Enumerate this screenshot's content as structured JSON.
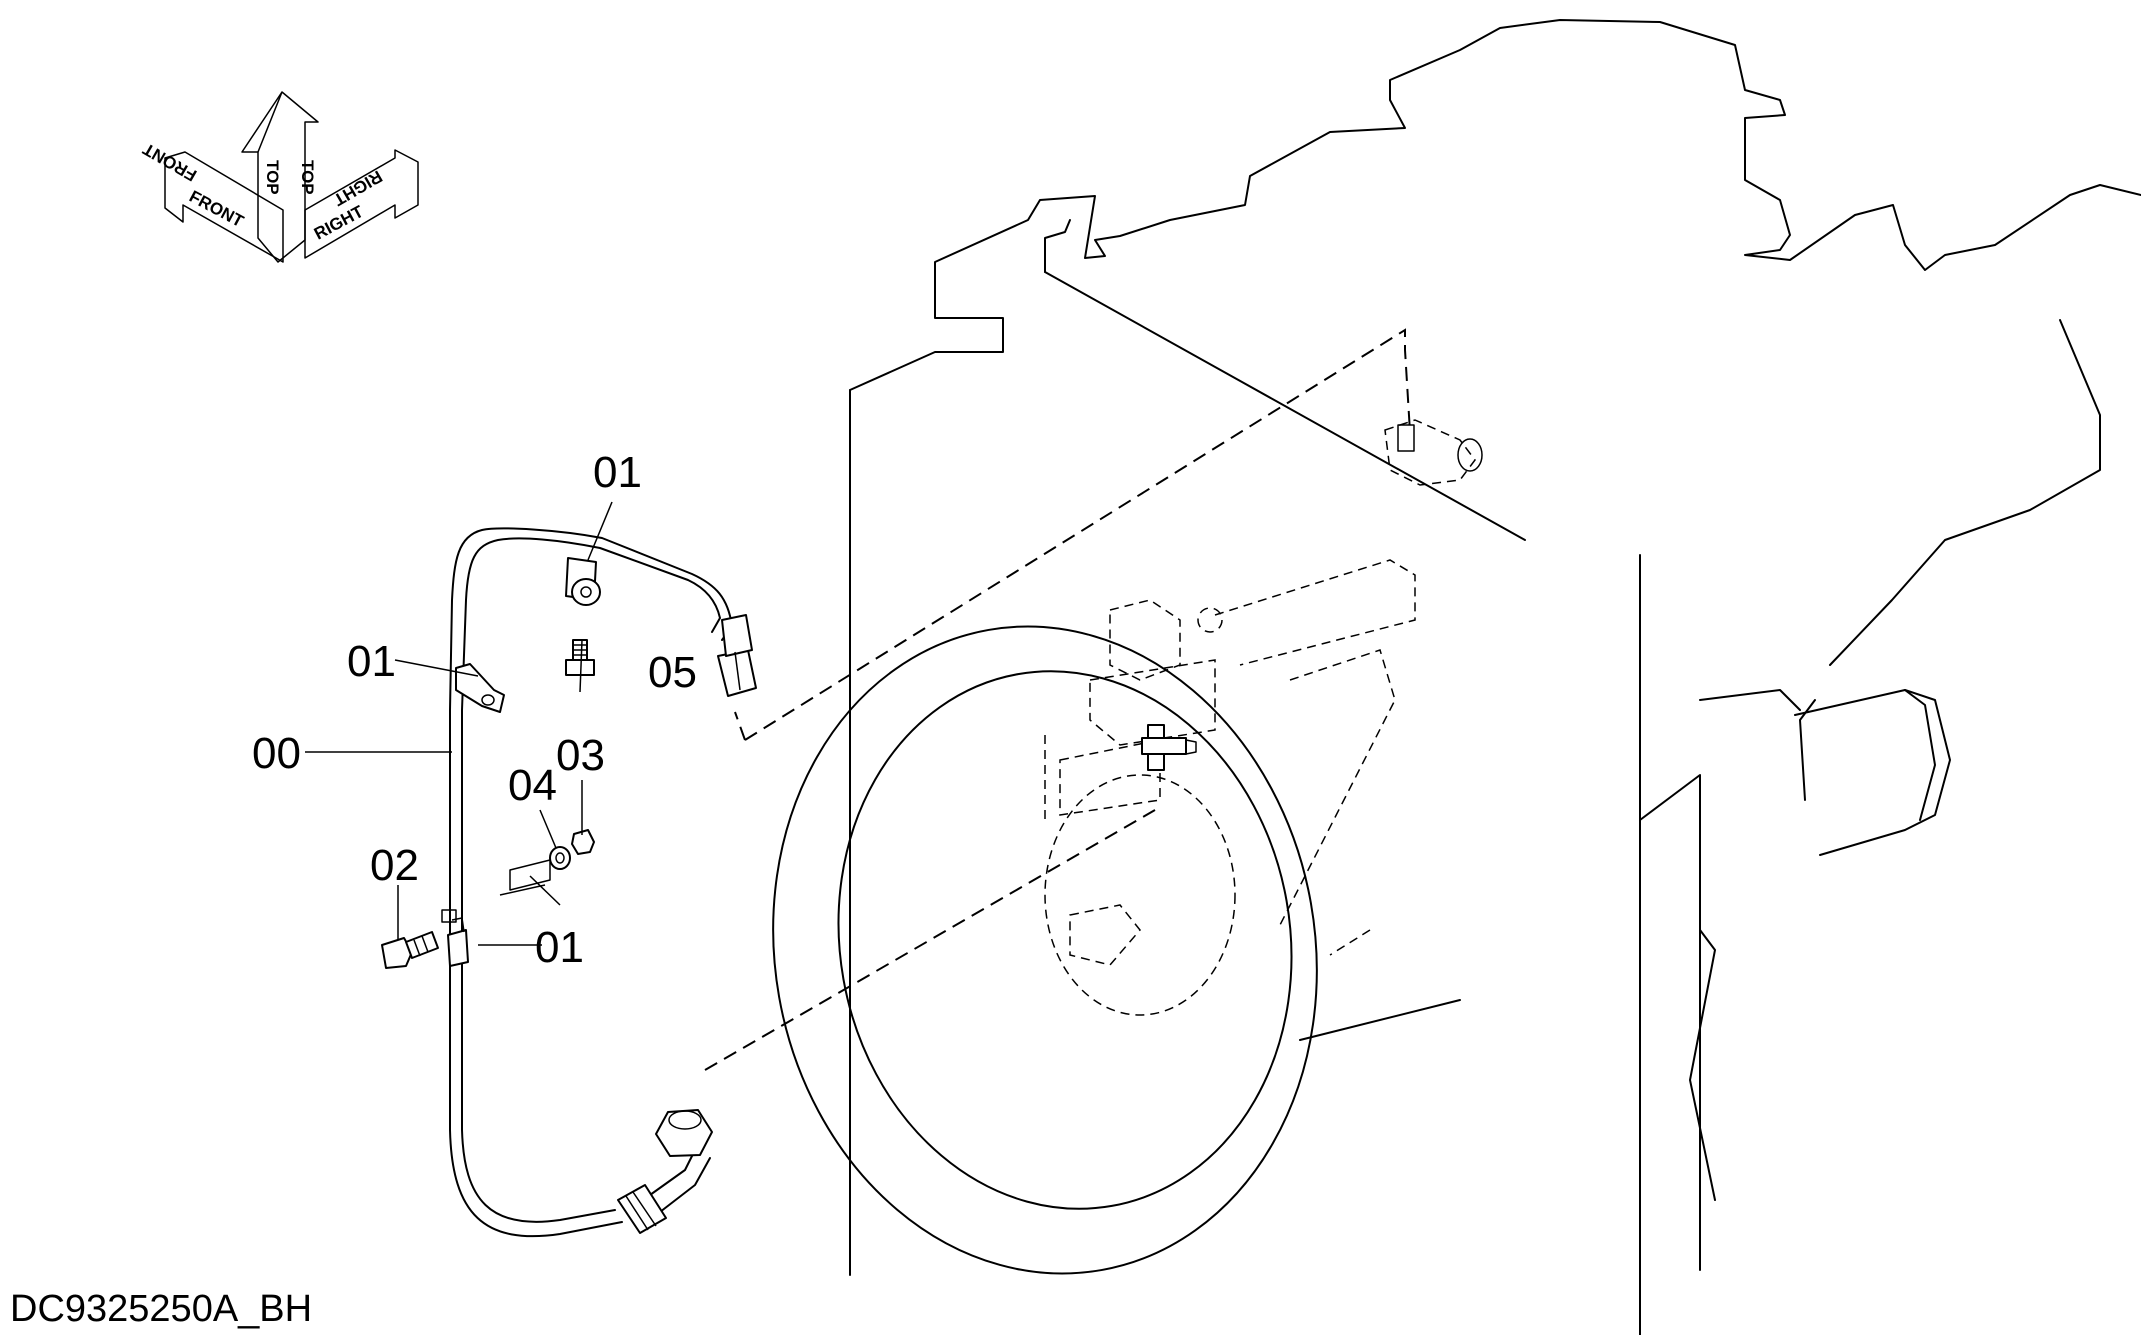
{
  "orientation": {
    "front_label": "FRONT",
    "top_label": "TOP",
    "right_label": "RIGHT"
  },
  "callouts": {
    "p00": "00",
    "p01_top": "01",
    "p01_mid": "01",
    "p01_low": "01",
    "p02": "02",
    "p03": "03",
    "p04": "04",
    "p05": "05"
  },
  "drawing_code": "DC9325250A_BH"
}
